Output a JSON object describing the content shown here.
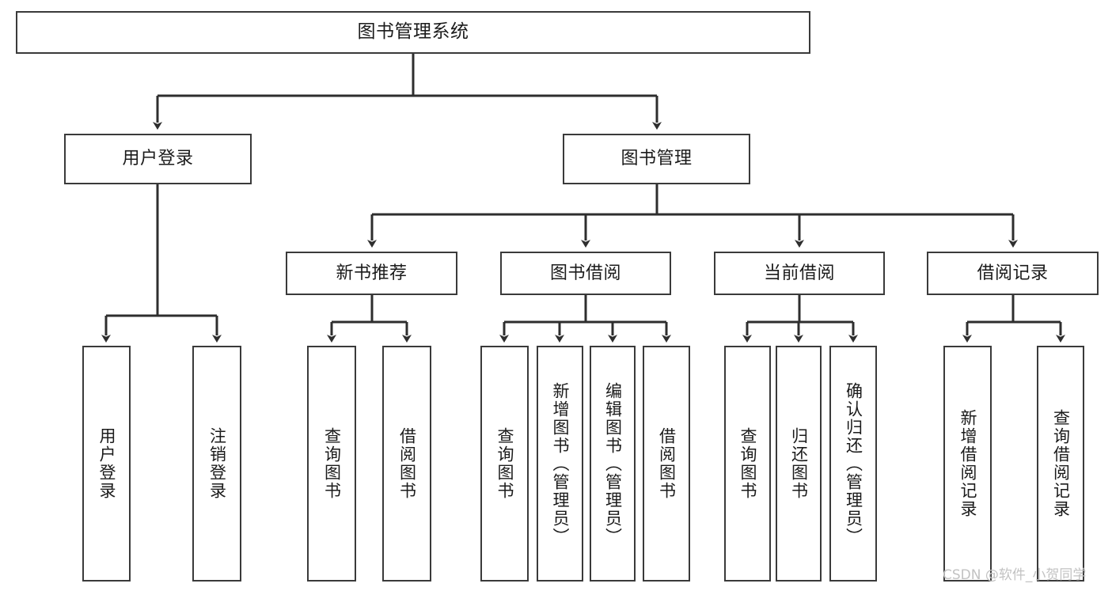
{
  "diagram": {
    "title": "图书管理系统",
    "watermark": "CSDN @软件_小贺同学",
    "colors": {
      "box_border": "#3a3a3a",
      "edge": "#2e2e2e",
      "text": "#1b1b1b",
      "background": "#ffffff",
      "watermark": "#c2c2c2"
    },
    "levels": {
      "level1": [
        {
          "id": "root",
          "label": "图书管理系统"
        }
      ],
      "level2": [
        {
          "id": "user-login",
          "label": "用户登录"
        },
        {
          "id": "book-manage",
          "label": "图书管理"
        }
      ],
      "level3": [
        {
          "id": "new-book-recommend",
          "label": "新书推荐"
        },
        {
          "id": "book-borrow",
          "label": "图书借阅"
        },
        {
          "id": "current-borrow",
          "label": "当前借阅"
        },
        {
          "id": "borrow-record",
          "label": "借阅记录"
        }
      ],
      "level4": [
        {
          "id": "leaf-user-login",
          "label": "用户登录",
          "parent": "user-login"
        },
        {
          "id": "leaf-logout",
          "label": "注销登录",
          "parent": "user-login"
        },
        {
          "id": "leaf-query-book-1",
          "label": "查询图书",
          "parent": "new-book-recommend"
        },
        {
          "id": "leaf-borrow-book-1",
          "label": "借阅图书",
          "parent": "new-book-recommend"
        },
        {
          "id": "leaf-query-book-2",
          "label": "查询图书",
          "parent": "book-borrow"
        },
        {
          "id": "leaf-add-book",
          "label": "新增图书（管理员）",
          "parent": "book-borrow"
        },
        {
          "id": "leaf-edit-book",
          "label": "编辑图书（管理员）",
          "parent": "book-borrow"
        },
        {
          "id": "leaf-borrow-book-2",
          "label": "借阅图书",
          "parent": "book-borrow"
        },
        {
          "id": "leaf-query-book-3",
          "label": "查询图书",
          "parent": "current-borrow"
        },
        {
          "id": "leaf-return-book",
          "label": "归还图书",
          "parent": "current-borrow"
        },
        {
          "id": "leaf-confirm-return",
          "label": "确认归还（管理员）",
          "parent": "current-borrow"
        },
        {
          "id": "leaf-add-record",
          "label": "新增借阅记录",
          "parent": "borrow-record"
        },
        {
          "id": "leaf-query-record",
          "label": "查询借阅记录",
          "parent": "borrow-record"
        }
      ]
    }
  }
}
